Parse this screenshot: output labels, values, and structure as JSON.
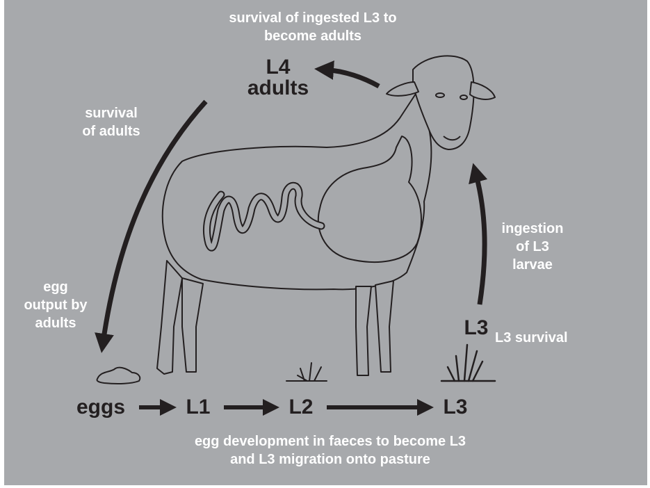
{
  "labels": {
    "top": "survival of ingested L3 to\nbecome adults",
    "survival_adults": "survival\nof adults",
    "egg_output": "egg\noutput by\nadults",
    "ingestion": "ingestion\nof L3\nlarvae",
    "l3_survival": "L3 survival",
    "bottom": "egg development in faeces to become L3\nand L3 migration onto pasture"
  },
  "stages": {
    "l4_adults": "L4\nadults",
    "l3_right": "L3",
    "eggs": "eggs",
    "l1": "L1",
    "l2": "L2",
    "l3_bottom": "L3"
  },
  "colors": {
    "background": "#a7a9ac",
    "text_light": "#ffffff",
    "text_dark": "#231f20",
    "sheep_fill": "#a7a9ac",
    "outline": "#231f20"
  }
}
